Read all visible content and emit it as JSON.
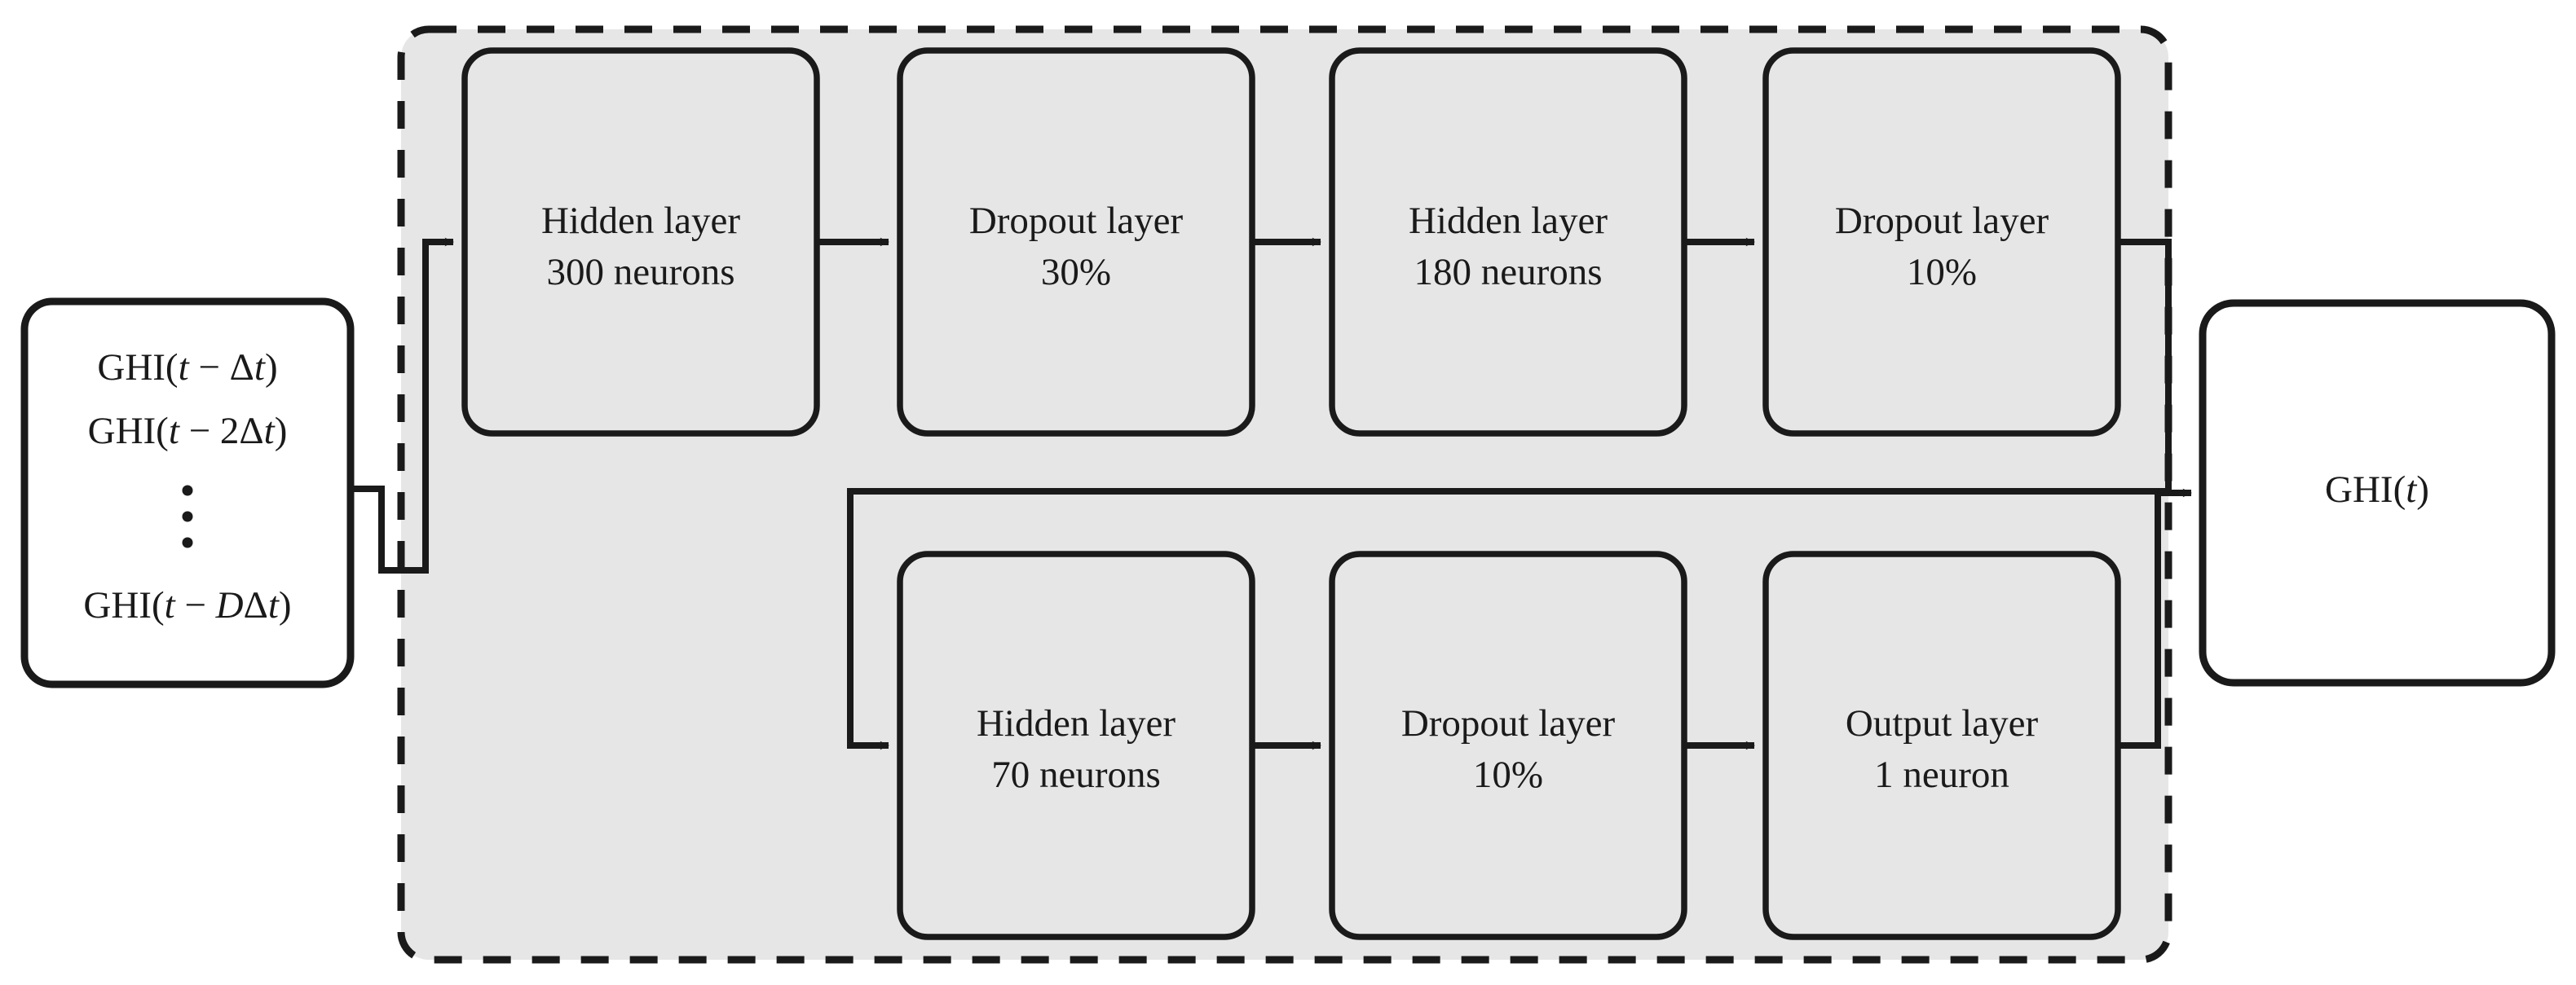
{
  "diagram": {
    "title_visible": false,
    "colors": {
      "page_background": "#ffffff",
      "container_fill": "#e6e6e6",
      "container_stroke": "#1a1a1a",
      "layer_box_fill": "#e6e6e6",
      "layer_box_stroke": "#1a1a1a",
      "io_box_fill": "#ffffff",
      "io_box_stroke": "#1a1a1a",
      "connector_stroke": "#1a1a1a",
      "text": "#1a1a1a"
    },
    "input_node": {
      "name": "input-vector",
      "lines": [
        {
          "prefix": "GHI(",
          "var1": "t",
          "op": " − ",
          "coef": "",
          "delta": "Δ",
          "var2": "t",
          "suffix": ")"
        },
        {
          "prefix": "GHI(",
          "var1": "t",
          "op": " − ",
          "coef": "2",
          "delta": "Δ",
          "var2": "t",
          "suffix": ")"
        },
        {
          "prefix": "GHI(",
          "var1": "t",
          "op": " − ",
          "coef": "D",
          "delta": "Δ",
          "var2": "t",
          "suffix": ")"
        }
      ],
      "plain_lines": [
        "GHI(t − Δt)",
        "GHI(t − 2Δt)",
        "GHI(t − DΔt)"
      ],
      "ellipsis": "⋮"
    },
    "output_node": {
      "name": "output-value",
      "plain_label": "GHI(t)",
      "prefix": "GHI(",
      "var": "t",
      "suffix": ")"
    },
    "network_container": {
      "name": "neural-network-container",
      "border_style": "dashed"
    },
    "top_row": [
      {
        "id": "hidden-layer-300",
        "line1": "Hidden layer",
        "line2": "300 neurons",
        "type": "hidden",
        "units": 300
      },
      {
        "id": "dropout-layer-30",
        "line1": "Dropout layer",
        "line2": "30%",
        "type": "dropout",
        "rate": "30%"
      },
      {
        "id": "hidden-layer-180",
        "line1": "Hidden layer",
        "line2": "180 neurons",
        "type": "hidden",
        "units": 180
      },
      {
        "id": "dropout-layer-10-top",
        "line1": "Dropout layer",
        "line2": "10%",
        "type": "dropout",
        "rate": "10%"
      }
    ],
    "bottom_row": [
      {
        "id": "hidden-layer-70",
        "line1": "Hidden layer",
        "line2": "70 neurons",
        "type": "hidden",
        "units": 70
      },
      {
        "id": "dropout-layer-10-bottom",
        "line1": "Dropout layer",
        "line2": "10%",
        "type": "dropout",
        "rate": "10%"
      },
      {
        "id": "output-layer-1",
        "line1": "Output layer",
        "line2": "1 neuron",
        "type": "output",
        "units": 1
      }
    ],
    "connectors": [
      {
        "from": "input-vector",
        "to": "hidden-layer-300",
        "style": "orthogonal-up-arrow"
      },
      {
        "from": "hidden-layer-300",
        "to": "dropout-layer-30",
        "style": "straight-arrow"
      },
      {
        "from": "dropout-layer-30",
        "to": "hidden-layer-180",
        "style": "straight-arrow"
      },
      {
        "from": "hidden-layer-180",
        "to": "dropout-layer-10-top",
        "style": "straight-arrow"
      },
      {
        "from": "dropout-layer-10-top",
        "to": "hidden-layer-70",
        "style": "wrap-around-arrow"
      },
      {
        "from": "hidden-layer-70",
        "to": "dropout-layer-10-bottom",
        "style": "straight-arrow"
      },
      {
        "from": "dropout-layer-10-bottom",
        "to": "output-layer-1",
        "style": "straight-arrow"
      },
      {
        "from": "output-layer-1",
        "to": "output-value",
        "style": "orthogonal-up-arrow"
      }
    ]
  }
}
